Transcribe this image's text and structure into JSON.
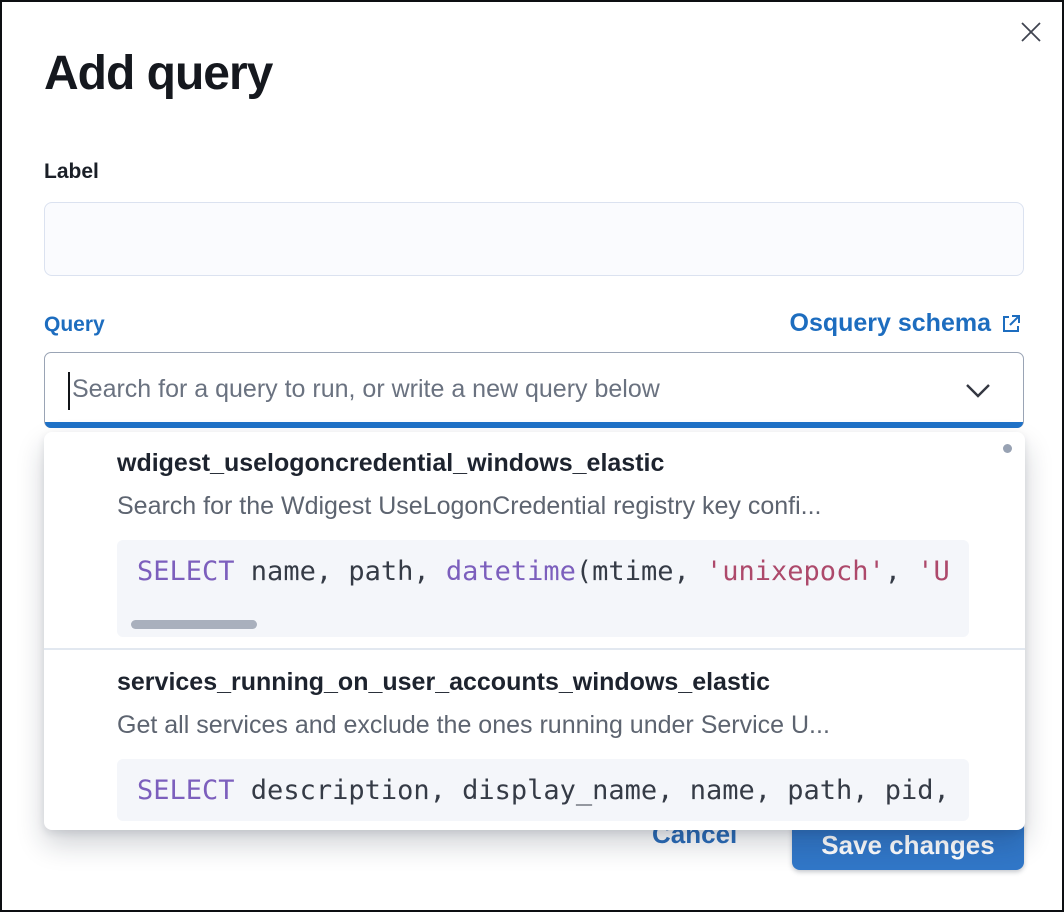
{
  "modal": {
    "title": "Add query"
  },
  "label_field": {
    "label": "Label",
    "value": ""
  },
  "query_field": {
    "label": "Query",
    "schema_link_label": "Osquery schema",
    "placeholder": "Search for a query to run, or write a new query below"
  },
  "dropdown": {
    "options": [
      {
        "title": "wdigest_uselogoncredential_windows_elastic",
        "description": "Search for the Wdigest UseLogonCredential registry key confi...",
        "sql_tokens": [
          {
            "type": "kw",
            "text": "SELECT"
          },
          {
            "type": "plain",
            "text": " name, path, "
          },
          {
            "type": "kw",
            "text": "datetime"
          },
          {
            "type": "plain",
            "text": "(mtime, "
          },
          {
            "type": "str",
            "text": "'unixepoch'"
          },
          {
            "type": "plain",
            "text": ", "
          },
          {
            "type": "str",
            "text": "'U"
          }
        ],
        "h_scrollbar": true
      },
      {
        "title": "services_running_on_user_accounts_windows_elastic",
        "description": "Get all services and exclude the ones running under Service U...",
        "sql_tokens": [
          {
            "type": "kw",
            "text": "SELECT"
          },
          {
            "type": "plain",
            "text": " description, display_name, name, path, pid,"
          }
        ],
        "h_scrollbar": false
      }
    ]
  },
  "footer": {
    "cancel_label": "Cancel",
    "save_label": "Save changes"
  },
  "icons": {
    "close": "x-cross",
    "schema": "external-link",
    "combobox": "chevron-down"
  },
  "colors": {
    "accent_blue": "#1d6dbf",
    "button_fill": "#3177c8",
    "focus_bar": "#1f72c8",
    "code_keyword": "#7c5fbd",
    "code_string": "#ad496b",
    "code_text": "#353b46",
    "snippet_bg": "#f4f6fa",
    "placeholder_text": "#6a7280"
  }
}
